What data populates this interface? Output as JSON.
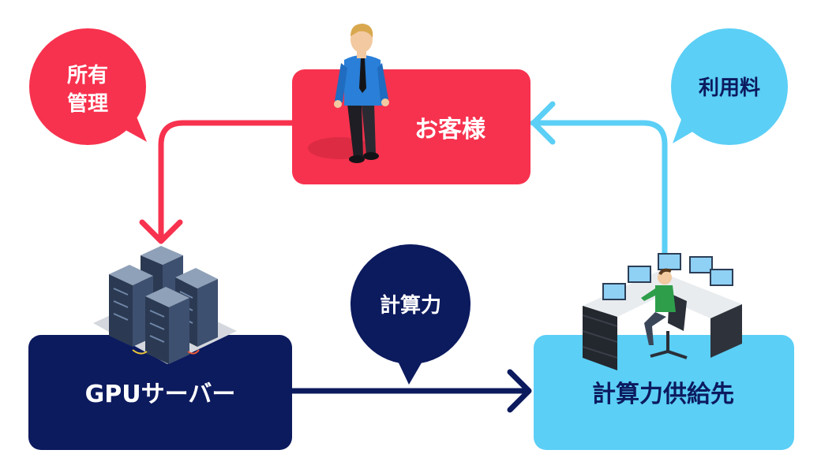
{
  "nodes": {
    "customer": {
      "label": "お客様"
    },
    "gpu_server": {
      "label": "GPUサーバー"
    },
    "compute_recipient": {
      "label": "計算力供給先"
    }
  },
  "bubbles": {
    "ownership": {
      "line1": "所有",
      "line2": "管理"
    },
    "usage_fee": {
      "label": "利用料"
    },
    "compute_power": {
      "label": "計算力"
    }
  },
  "colors": {
    "red": "#f7324e",
    "navy": "#0c1a5e",
    "cyan": "#5bcff6",
    "navy_text": "#0c1a5e",
    "white_text": "#ffffff"
  },
  "icons": {
    "customer": "businessman-icon",
    "gpu_server": "server-rack-icon",
    "compute_recipient": "operator-workstation-icon"
  }
}
